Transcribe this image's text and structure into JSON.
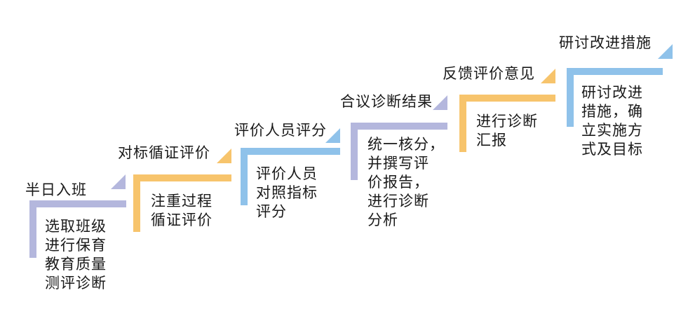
{
  "colors": {
    "purple": "#b4b7dd",
    "orange": "#f7c46c",
    "blue": "#8fc2ea"
  },
  "steps": [
    {
      "title": "半日入班",
      "body": "选取班级\n进行保育\n教育质量\n测评诊断",
      "color": "purple"
    },
    {
      "title": "对标循证评价",
      "body": "注重过程\n循证评价",
      "color": "orange"
    },
    {
      "title": "评价人员评分",
      "body": "评价人员\n对照指标\n评分",
      "color": "blue"
    },
    {
      "title": "合议诊断结果",
      "body": "统一核分，\n并撰写评\n价报告，\n进行诊断\n分析",
      "color": "purple"
    },
    {
      "title": "反馈评价意见",
      "body": "进行诊断\n汇报",
      "color": "orange"
    },
    {
      "title": "研讨改进措施",
      "body": "研讨改进\n措施，确\n立实施方\n式及目标",
      "color": "blue"
    }
  ]
}
